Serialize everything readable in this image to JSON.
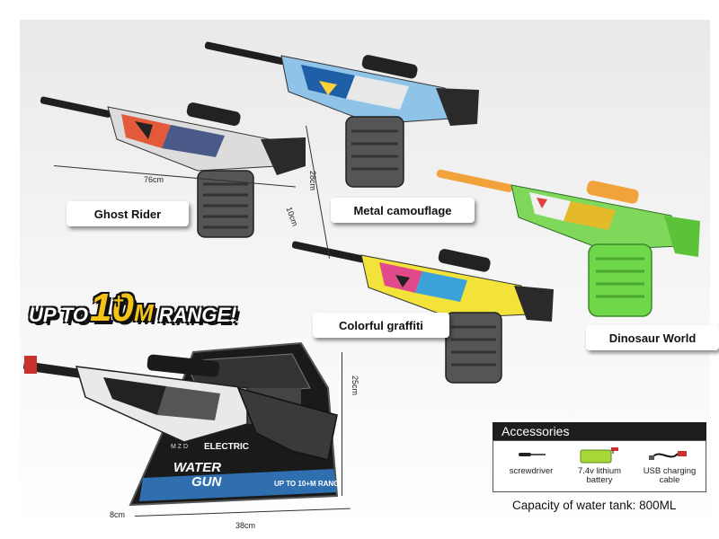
{
  "labels": {
    "ghost_rider": "Ghost Rider",
    "metal_camouflage": "Metal camouflage",
    "dinosaur_world": "Dinosaur World",
    "colorful_graffiti": "Colorful graffiti"
  },
  "range_banner": {
    "prefix": "UP TO",
    "number": "10",
    "plus": "+",
    "unit": "M",
    "suffix": "RANGE!"
  },
  "dimensions": {
    "gun_length": "76cm",
    "gun_height": "28cm",
    "gun_width": "10cm",
    "box_height": "25cm",
    "box_width": "38cm",
    "box_depth": "8cm"
  },
  "package": {
    "brand_top": "M Z D",
    "type": "ELECTRIC",
    "logo_line1": "WATER",
    "logo_line2": "GUN",
    "range": "UP TO 10+M RANGE!"
  },
  "accessories": {
    "title": "Accessories",
    "items": [
      {
        "icon": "screwdriver-icon",
        "line1": "screwdriver",
        "line2": ""
      },
      {
        "icon": "battery-icon",
        "line1": "7.4v lithium",
        "line2": "battery"
      },
      {
        "icon": "usb-cable-icon",
        "line1": "USB charging",
        "line2": "cable"
      }
    ]
  },
  "capacity_text": "Capacity of water tank: 800ML",
  "colors": {
    "label_bg": "#ffffff",
    "banner_yellow": "#f5c318",
    "accessory_header": "#1e1e1e",
    "green_gun": "#6fd84a",
    "gray_magazine": "#4a4a4a"
  }
}
